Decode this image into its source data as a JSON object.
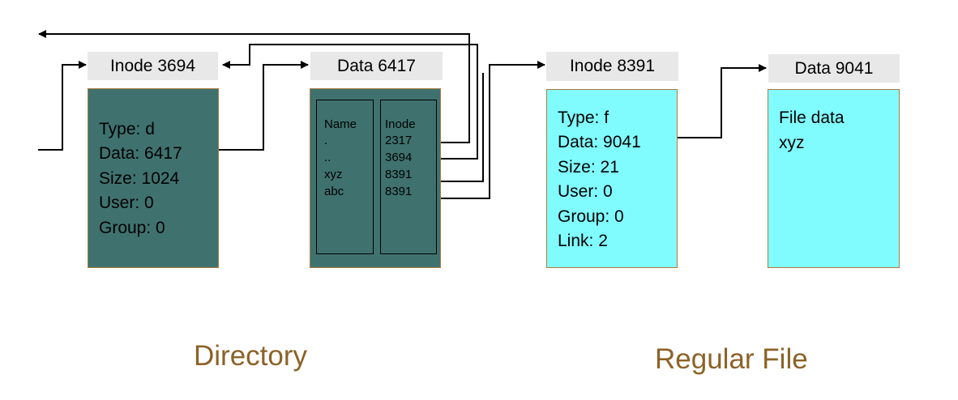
{
  "directory": {
    "inode_header": "Inode 3694",
    "inode_fields": [
      "Type: d",
      "Data: 6417",
      "Size: 1024",
      "User: 0",
      "Group: 0"
    ],
    "data_header": "Data 6417",
    "name_column": [
      "Name",
      ".",
      "..",
      "xyz",
      "abc"
    ],
    "inode_column": [
      "Inode",
      "2317",
      "3694",
      "8391",
      "8391"
    ],
    "caption": "Directory"
  },
  "regular_file": {
    "inode_header": "Inode 8391",
    "inode_fields": [
      "Type: f",
      "Data: 9041",
      "Size: 21",
      "User: 0",
      "Group: 0",
      "Link: 2"
    ],
    "data_header": "Data 9041",
    "data_lines": [
      "File data",
      "xyz"
    ],
    "caption": "Regular File"
  },
  "colors": {
    "dark_panel": "#3f726f",
    "light_panel": "#80fcff",
    "header_bg": "#e8e8e8",
    "caption": "#8c6228"
  }
}
